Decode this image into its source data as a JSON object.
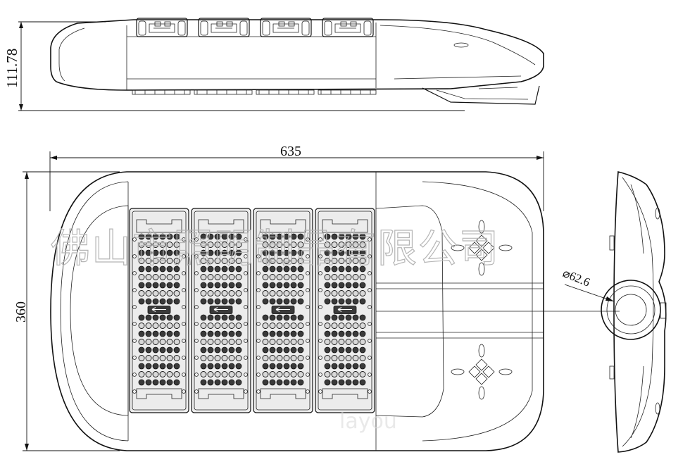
{
  "dimensions": {
    "height_side": "111.78",
    "length_top": "635",
    "width_top": "360",
    "pole_diameter": "⌀62.6"
  },
  "watermark": {
    "company": "佛山市照明制品有限公司",
    "latin": "layou"
  },
  "modules": {
    "count": 4
  }
}
